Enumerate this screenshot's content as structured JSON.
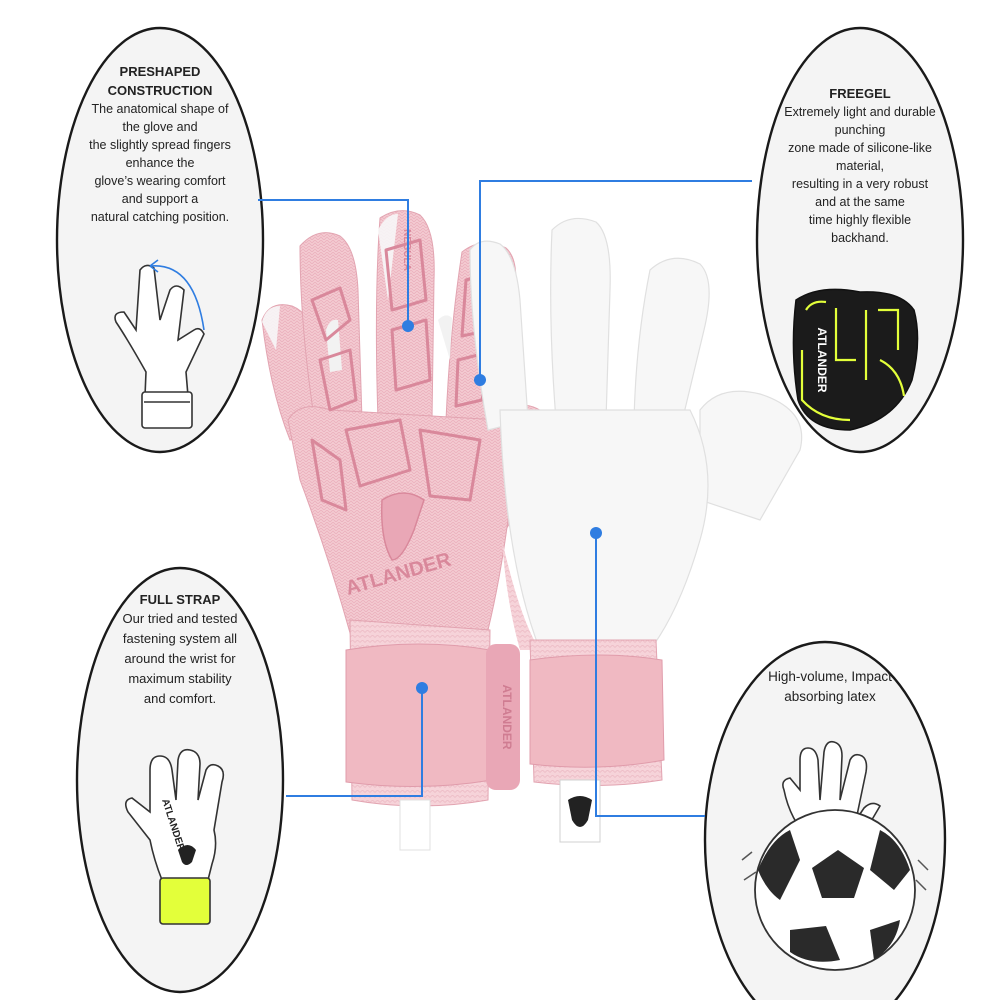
{
  "features": {
    "preshaped": {
      "title_lines": [
        "PRESHAPED",
        "CONSTRUCTION"
      ],
      "body_lines": [
        "The anatomical shape of",
        "the glove and",
        "the slightly spread fingers",
        "enhance the",
        "glove’s wearing comfort",
        "and support a",
        "natural catching position."
      ]
    },
    "freegel": {
      "title_lines": [
        "FREEGEL"
      ],
      "body_lines": [
        "Extremely light and durable",
        "punching",
        "zone made of silicone-like",
        "material,",
        "resulting in a very robust",
        "and at the same",
        "time highly flexible",
        "backhand."
      ]
    },
    "strap": {
      "title_lines": [
        "FULL STRAP"
      ],
      "body_lines": [
        "Our tried and tested",
        "fastening system all",
        "around the wrist for",
        "maximum stability",
        "and comfort."
      ]
    },
    "latex": {
      "title_lines": [],
      "body_lines": [
        "High-volume, Impact",
        "absorbing latex"
      ]
    }
  },
  "brand": {
    "logo_text": "ATLANDER",
    "glove_model": "NEBULA"
  },
  "colors": {
    "glove_pink": "#f2c6cd",
    "glove_pink_dark": "#d9889b",
    "strap_pink": "#f0b9c2",
    "palm_white": "#f7f7f7",
    "callout_blue": "#2f7de1",
    "oval_fill": "#f4f4f4",
    "oval_stroke": "#1a1a1a",
    "neon_yellow": "#e3ff3a"
  }
}
